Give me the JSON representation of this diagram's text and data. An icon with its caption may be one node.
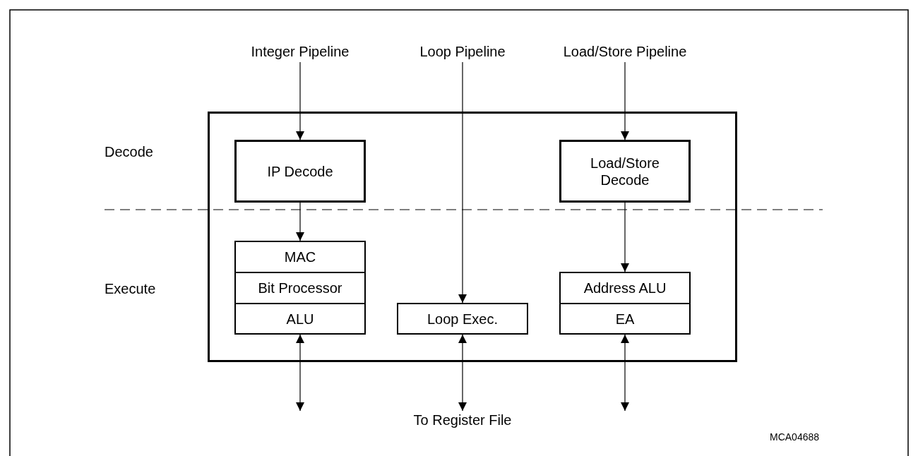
{
  "diagram": {
    "nodes": [
      {
        "text": [
          "Integer Pipeline"
        ]
      },
      {
        "text": [
          "Loop Pipeline"
        ]
      },
      {
        "text": [
          "Load/Store Pipeline"
        ]
      },
      {
        "text": [],
        "shape": "box"
      },
      {
        "text": [
          "IP Decode"
        ],
        "in": 3
      },
      {
        "text": [
          "Load/Store Decode"
        ],
        "in": 3
      },
      {
        "text": [
          "MAC"
        ],
        "in": 3
      },
      {
        "text": [
          "Bit Processor"
        ],
        "in": 3
      },
      {
        "text": [
          "ALU"
        ],
        "in": 3
      },
      {
        "text": [
          "Loop Exec."
        ],
        "in": 3
      },
      {
        "text": [
          "Address ALU"
        ],
        "in": 3
      },
      {
        "text": [
          "EA"
        ],
        "in": 3
      },
      {
        "text": [
          "To Register File"
        ]
      }
    ],
    "edges": [
      {
        "from": 0,
        "to": 4,
        "arrow": "to"
      },
      {
        "from": 1,
        "to": 9,
        "arrow": "to"
      },
      {
        "from": 2,
        "to": 5,
        "arrow": "to"
      },
      {
        "from": 4,
        "to": 6,
        "arrow": "to"
      },
      {
        "from": 5,
        "to": 10,
        "arrow": "to"
      },
      {
        "from": 8,
        "to": null,
        "arrow": "both"
      },
      {
        "from": 9,
        "to": 12,
        "arrow": "both"
      },
      {
        "from": 11,
        "to": null,
        "arrow": "both"
      }
    ],
    "labels": [
      "Decode",
      "Execute",
      "MCA04688"
    ]
  }
}
